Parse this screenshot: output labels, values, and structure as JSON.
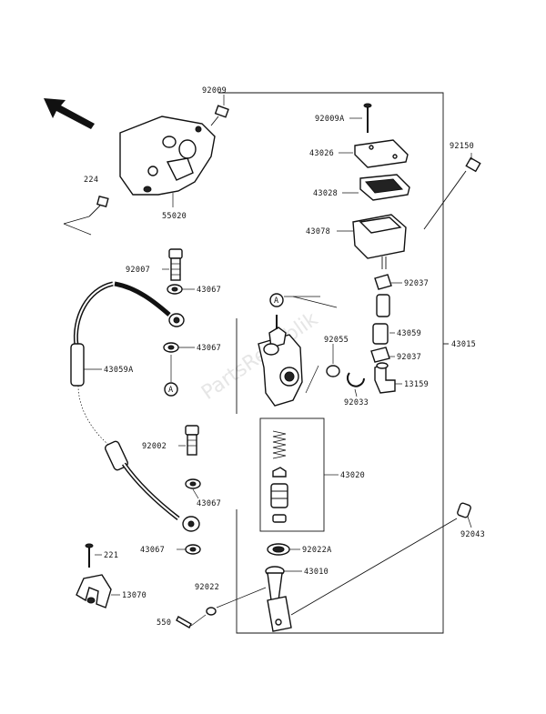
{
  "watermark": "PartsRepublik",
  "callouts": {
    "a": "A",
    "a2": "A"
  },
  "labels": {
    "p92009": "92009",
    "p224": "224",
    "p55020": "55020",
    "p92009A": "92009A",
    "p43026": "43026",
    "p43028": "43028",
    "p43078": "43078",
    "p92150": "92150",
    "p92037a": "92037",
    "p43059": "43059",
    "p92037b": "92037",
    "p43015": "43015",
    "p13159": "13159",
    "p92055": "92055",
    "p92033": "92033",
    "p43020": "43020",
    "p92043": "92043",
    "p92022A": "92022A",
    "p43010": "43010",
    "p92022": "92022",
    "p550": "550",
    "p92007": "92007",
    "p43067a": "43067",
    "p43067b": "43067",
    "p43059A": "43059A",
    "p92002": "92002",
    "p43067c": "43067",
    "p43067d": "43067",
    "p221": "221",
    "p13070": "13070"
  }
}
